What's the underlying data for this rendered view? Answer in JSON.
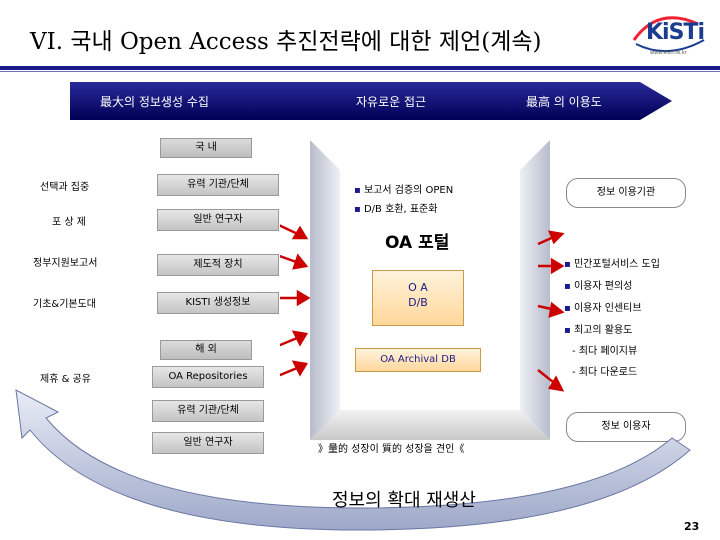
{
  "header": {
    "title": "VI. 국내 Open Access 추진전략에 대한 제언(계속)",
    "logo_text": "KiSTi",
    "logo_url": "www.kisti.re.kr"
  },
  "arrow_bar": {
    "labels": [
      "最大의 정보생성 수집",
      "자유로운 접근",
      "最高 의 이용도"
    ]
  },
  "left": {
    "domestic_label": "국 내",
    "rows": [
      {
        "side": "선택과 집중",
        "box": "유력 기관/단체"
      },
      {
        "side": "포 상 제",
        "box": "일반 연구자"
      },
      {
        "side": "정부지원보고서",
        "box": "제도적 장치"
      },
      {
        "side": "기초&기본도대",
        "box": "KISTI 생성정보"
      }
    ],
    "overseas_label": "해 외",
    "cooperation_label": "제휴 & 공유",
    "repositories_box": "OA Repositories",
    "lower_boxes": [
      "유력 기관/단체",
      "일반 연구자"
    ]
  },
  "center": {
    "bullets": [
      "보고서 검증의 OPEN",
      "D/B 호환, 표준화"
    ],
    "portal_label": "OA 포털",
    "db_label_line1": "O A",
    "db_label_line2": "D/B",
    "archival_label": "OA Archival DB",
    "growth_text": "》量的 성장이 質的 성장을 견인《"
  },
  "right": {
    "institution_box": "정보 이용기관",
    "bullets": [
      "민간포털서비스 도입",
      "이용자 편의성",
      "이용자 인센티브",
      "최고의 활용도"
    ],
    "sub_items": [
      "- 최다 페이지뷰",
      "- 최다 다운로드"
    ],
    "user_box": "정보 이용자"
  },
  "footer": {
    "cycle_text": "정보의 확대 재생산",
    "page_number": "23"
  },
  "colors": {
    "title_rule": "#1a1a8c",
    "arrow_bar": "#000066",
    "arrows": "#cc0000",
    "cycle_arrow": "#1a1a8c"
  }
}
